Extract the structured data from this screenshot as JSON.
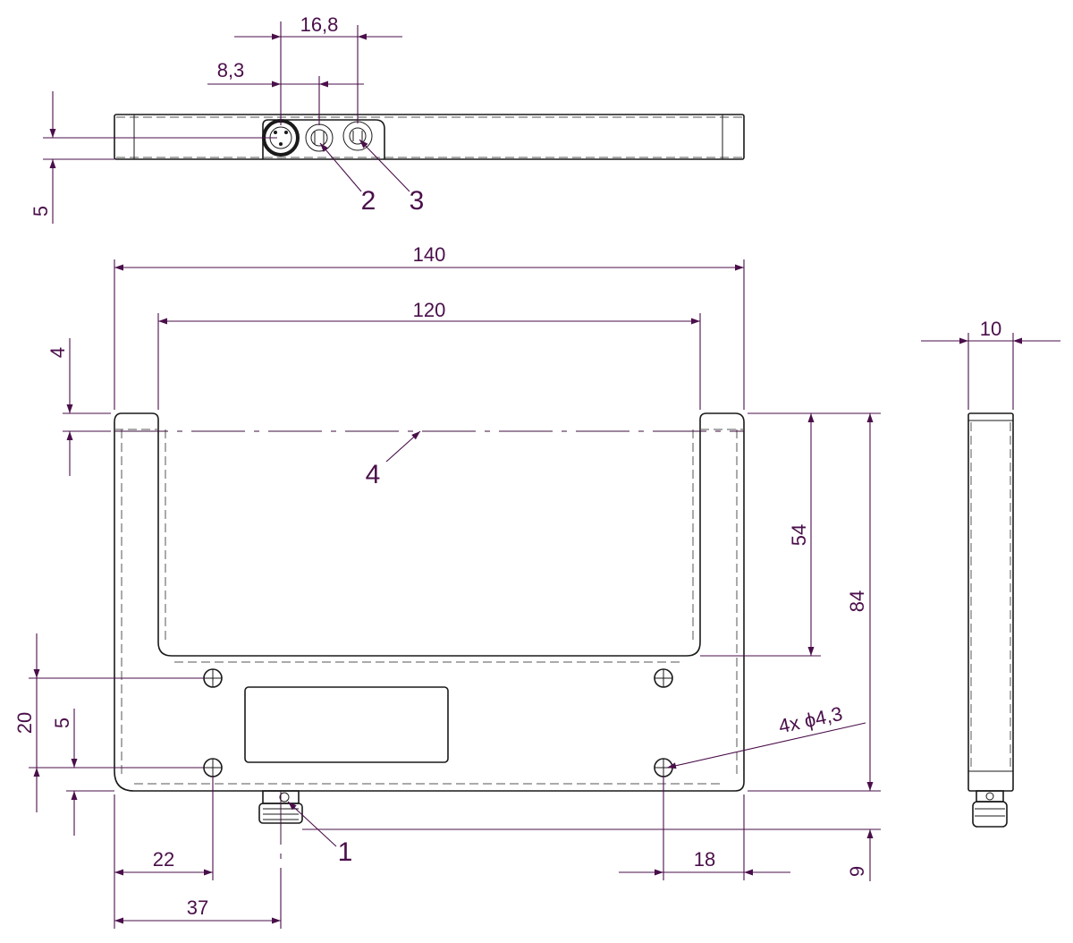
{
  "dimensions": {
    "d16_8": "16,8",
    "d8_3": "8,3",
    "d5_top": "5",
    "d140": "140",
    "d120": "120",
    "d4": "4",
    "d54": "54",
    "d84": "84",
    "d10": "10",
    "d20": "20",
    "d5_left": "5",
    "d22": "22",
    "d37": "37",
    "d18": "18",
    "d9": "9",
    "holes": "4x ϕ4,3"
  },
  "callouts": {
    "c1": "1",
    "c2": "2",
    "c3": "3",
    "c4": "4"
  },
  "colors": {
    "dimension": "#4a0f4a",
    "outline": "#1a1a1a"
  }
}
